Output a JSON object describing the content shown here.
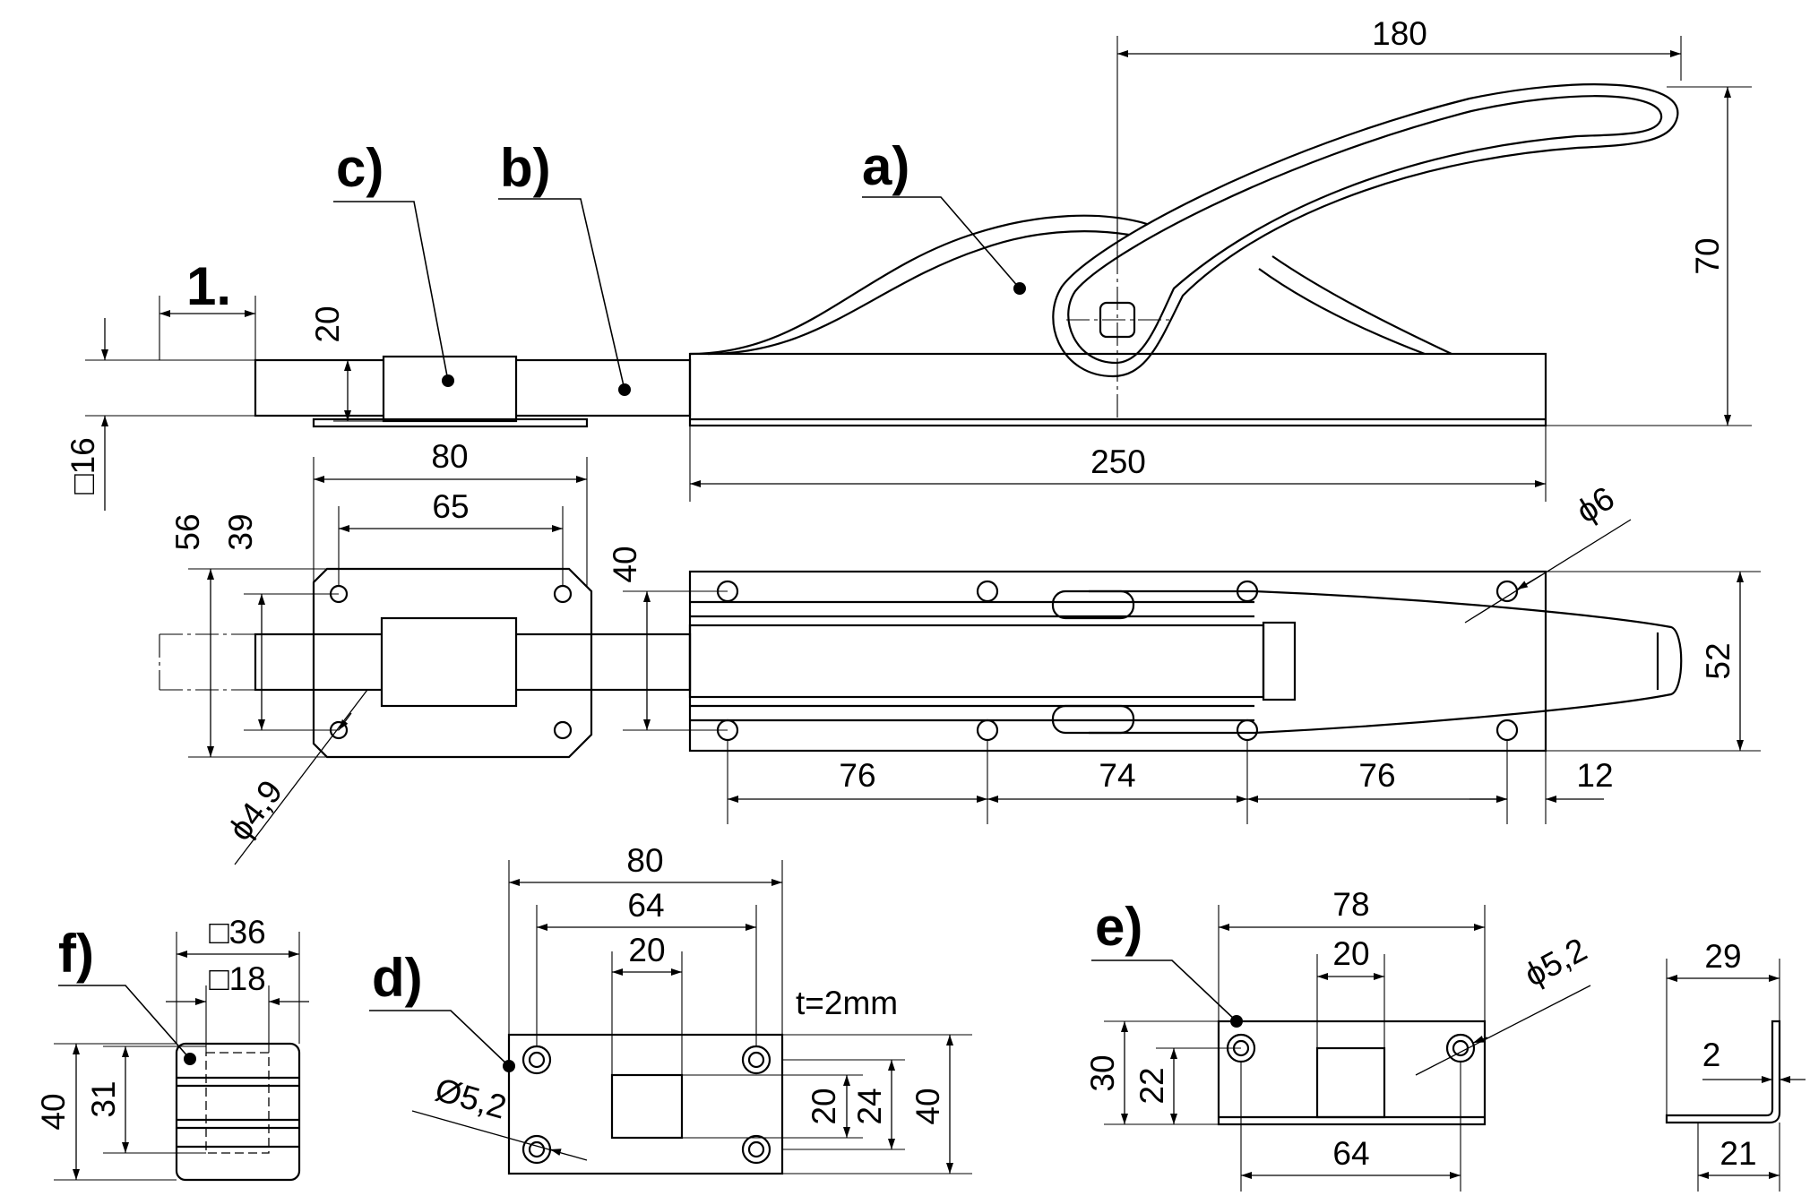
{
  "parts": {
    "a": "a)",
    "b": "b)",
    "c": "c)",
    "d": "d)",
    "e": "e)",
    "f": "f)",
    "item": "1."
  },
  "dims": {
    "d180": "180",
    "d70": "70",
    "d250": "250",
    "d20_side": "20",
    "dsq16": "□16",
    "d80_top": "80",
    "d65": "65",
    "d56": "56",
    "d39": "39",
    "d40_top": "40",
    "d52": "52",
    "dphi6": "ϕ6",
    "dphi49": "ϕ4,9",
    "d76a": "76",
    "d74": "74",
    "d76b": "76",
    "d12": "12",
    "d80_d": "80",
    "d64_d": "64",
    "d20_d": "20",
    "thk": "t=2mm",
    "dphi52_d": "Ø5,2",
    "d20_dv": "20",
    "d24_dv": "24",
    "d40_dv": "40",
    "d78_e": "78",
    "d20_e": "20",
    "dphi52_e": "ϕ5,2",
    "d30_e": "30",
    "d22_e": "22",
    "d64_e": "64",
    "d29_s": "29",
    "d2_s": "2",
    "d21_s": "21",
    "dsq36": "□36",
    "dsq18": "□18",
    "d40_f": "40",
    "d31_f": "31"
  }
}
